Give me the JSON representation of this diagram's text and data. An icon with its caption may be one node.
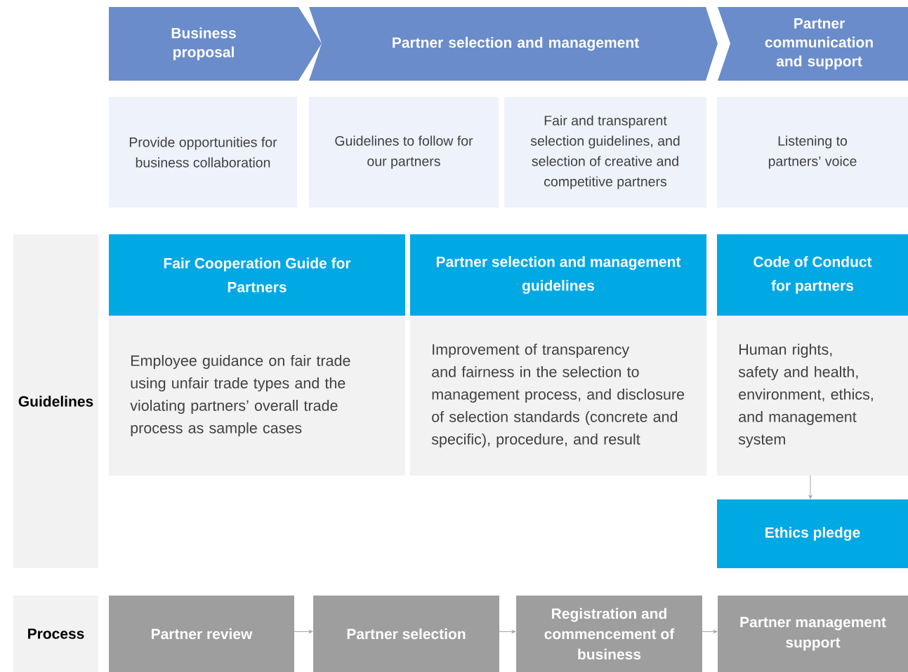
{
  "diagram": {
    "nodes": [
      {
        "text": [
          "Business proposal"
        ]
      },
      {
        "text": [
          "Partner selection and management"
        ]
      },
      {
        "text": [
          "Partner communication and support"
        ]
      },
      {
        "text": [
          "Provide opportunities for business collaboration"
        ]
      },
      {
        "text": [
          "Guidelines to follow for our partners"
        ]
      },
      {
        "text": [
          "Fair and transparent selection guidelines, and selection of creative and competitive partners"
        ]
      },
      {
        "text": [
          "Listening to partners’ voice"
        ]
      },
      {
        "text": [
          "Guidelines"
        ]
      },
      {
        "text": [
          "Fair Cooperation Guide for Partners"
        ]
      },
      {
        "text": [
          "Employee guidance on fair trade using unfair trade types and the violating partners’ overall trade process as sample cases"
        ]
      },
      {
        "text": [
          "Partner selection and management guidelines"
        ]
      },
      {
        "text": [
          "Improvement of transparency and fairness in the selection to management process, and disclosure of selection standards (concrete and specific), procedure, and result"
        ]
      },
      {
        "text": [
          "Code of Conduct for partners"
        ]
      },
      {
        "text": [
          "Human rights, safety and health, environment, ethics, and management system"
        ]
      },
      {
        "text": [
          "Ethics pledge"
        ]
      },
      {
        "text": [
          "Process"
        ]
      },
      {
        "text": [
          "Partner review"
        ]
      },
      {
        "text": [
          "Partner selection"
        ]
      },
      {
        "text": [
          "Registration and commencement of business"
        ]
      },
      {
        "text": [
          "Partner management support"
        ]
      }
    ],
    "edges": [
      {
        "from": 13,
        "to": 14,
        "arrow": "to"
      },
      {
        "from": 16,
        "to": 17,
        "arrow": "to"
      },
      {
        "from": 17,
        "to": 18,
        "arrow": "to"
      },
      {
        "from": 18,
        "to": 19,
        "arrow": "to"
      }
    ]
  }
}
